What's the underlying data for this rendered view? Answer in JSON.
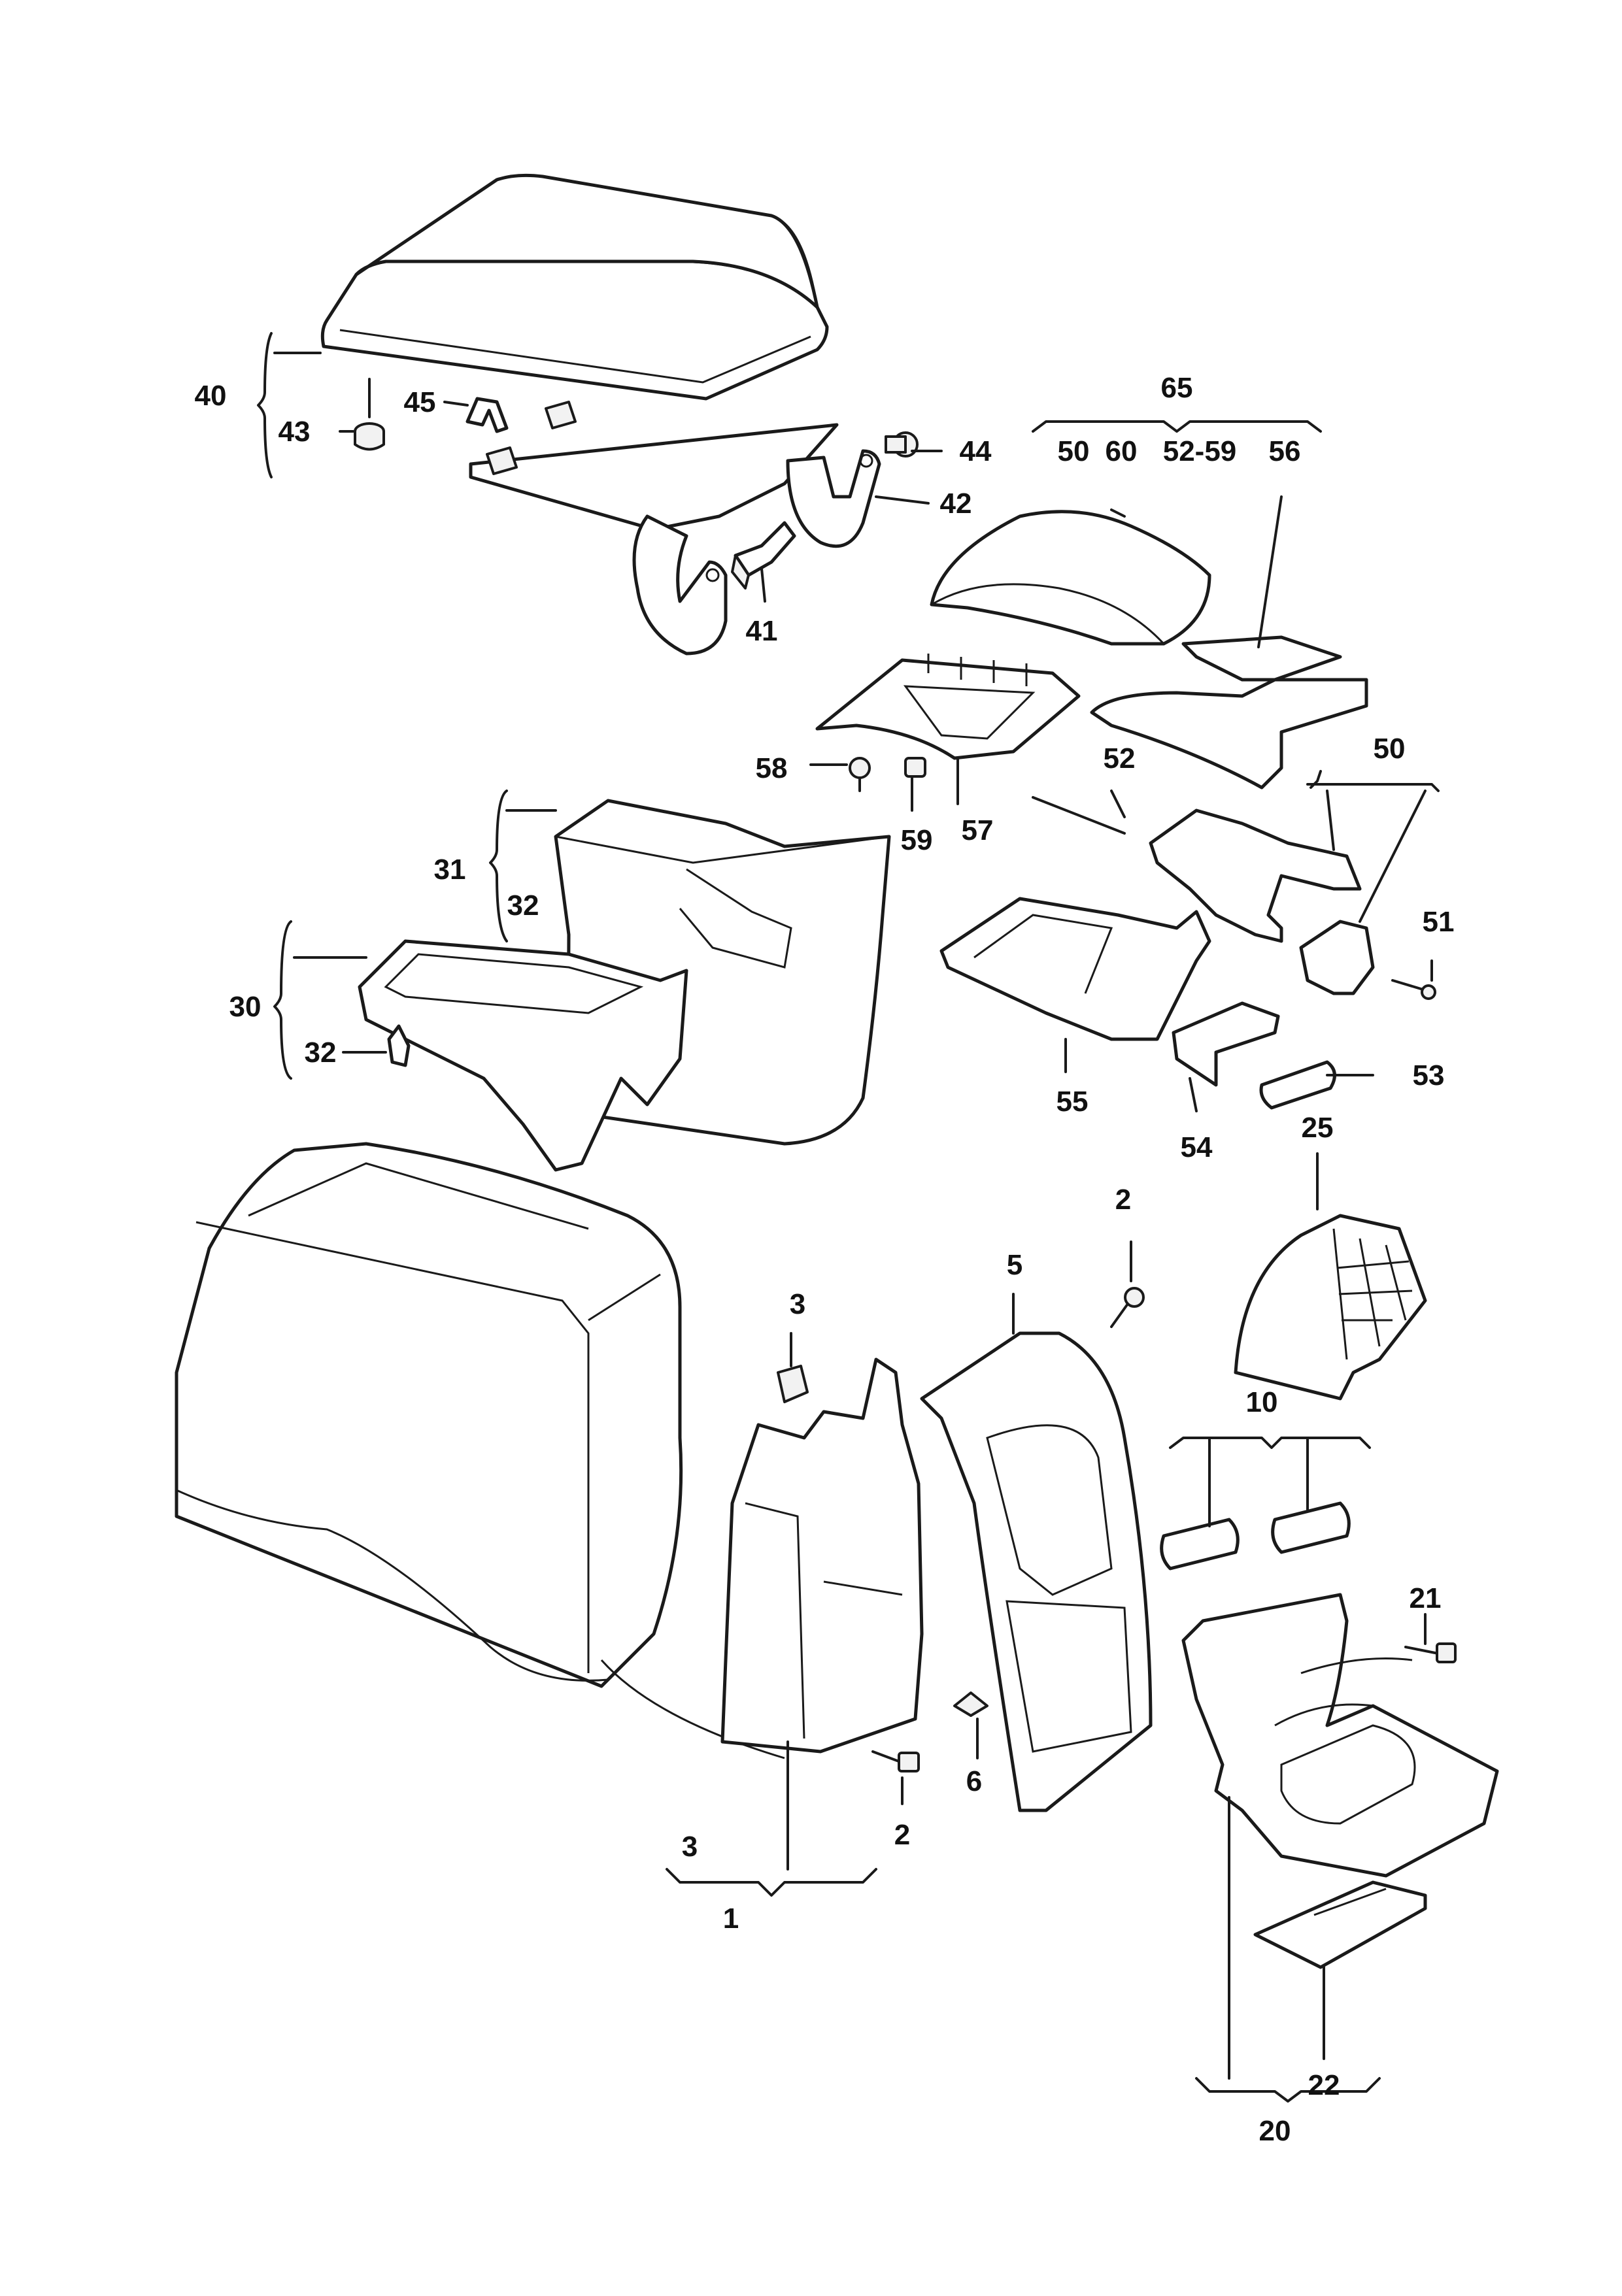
{
  "labels": {
    "l1": "1",
    "l2a": "2",
    "l2b": "2",
    "l3a": "3",
    "l3b": "3",
    "l5": "5",
    "l6": "6",
    "l10": "10",
    "l20": "20",
    "l21": "21",
    "l22": "22",
    "l25": "25",
    "l30": "30",
    "l31": "31",
    "l32a": "32",
    "l32b": "32",
    "l40": "40",
    "l41": "41",
    "l42": "42",
    "l43": "43",
    "l44": "44",
    "l45": "45",
    "l50a": "50",
    "l50b": "50",
    "l51": "51",
    "l52": "52",
    "l5259": "52-59",
    "l53": "53",
    "l54": "54",
    "l55": "55",
    "l56": "56",
    "l57": "57",
    "l58": "58",
    "l59": "59",
    "l60": "60",
    "l65": "65"
  }
}
